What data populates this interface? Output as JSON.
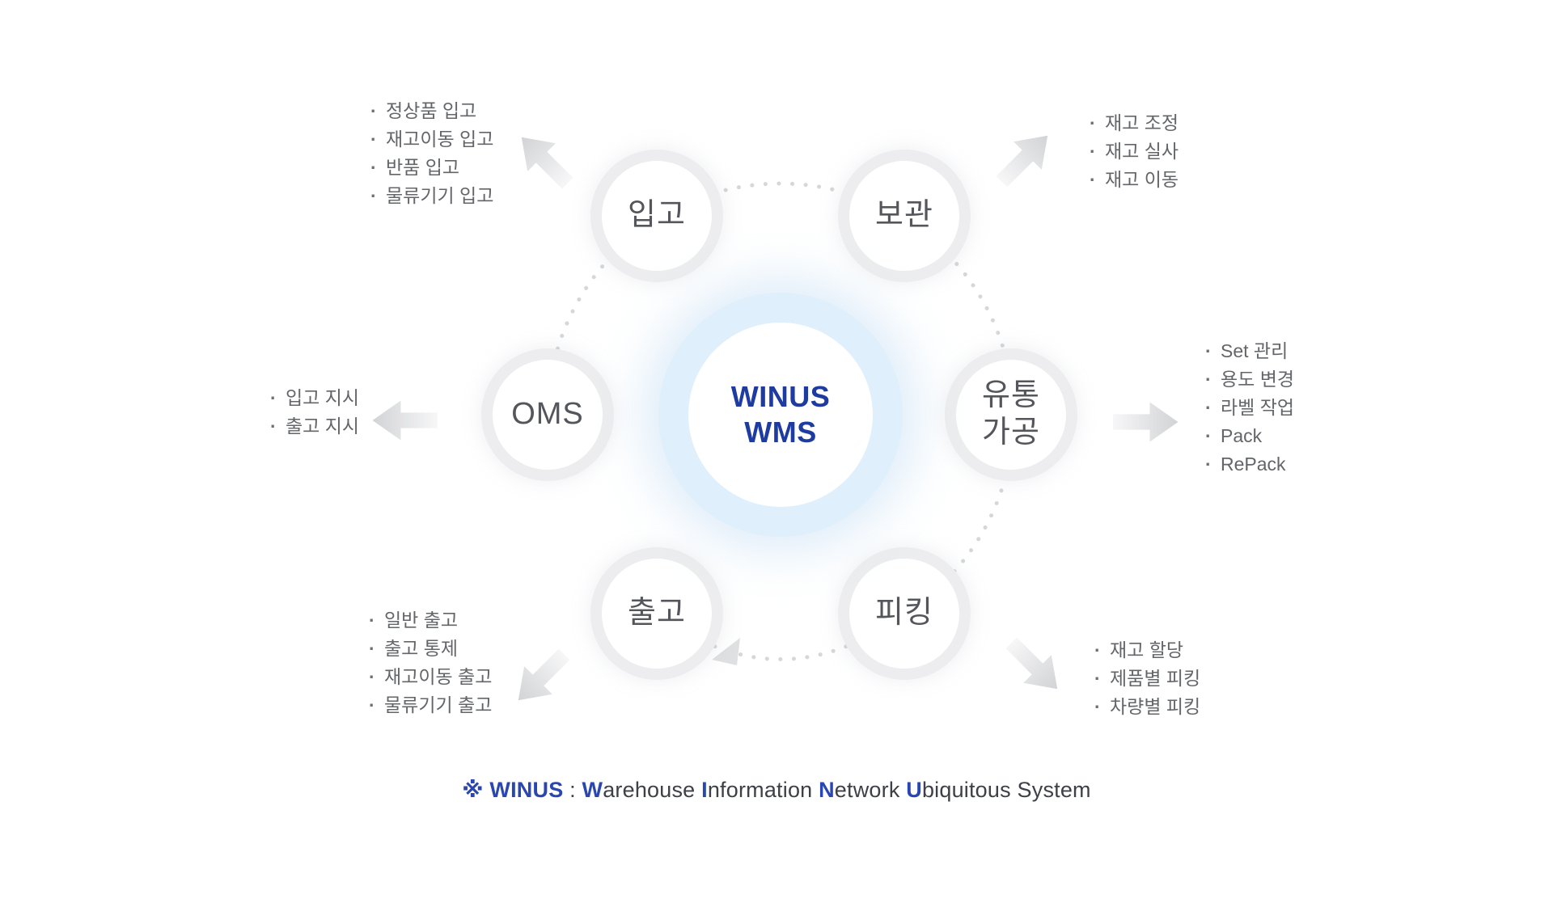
{
  "title": {
    "line1": "WINUS",
    "line2": "WMS"
  },
  "nodes": [
    {
      "id": "inbound",
      "label": "입고",
      "items": [
        "정상품 입고",
        "재고이동 입고",
        "반품 입고",
        "물류기기 입고"
      ]
    },
    {
      "id": "storage",
      "label": "보관",
      "items": [
        "재고 조정",
        "재고 실사",
        "재고 이동"
      ]
    },
    {
      "id": "oms",
      "label": "OMS",
      "items": [
        "입고 지시",
        "출고 지시"
      ]
    },
    {
      "id": "distribution",
      "label": "유통 가공",
      "items": [
        "Set 관리",
        "용도 변경",
        "라벨 작업",
        "Pack",
        "RePack"
      ]
    },
    {
      "id": "outbound",
      "label": "출고",
      "items": [
        "일반 출고",
        "출고 통제",
        "재고이동 출고",
        "물류기기 출고"
      ]
    },
    {
      "id": "picking",
      "label": "피킹",
      "items": [
        "재고 할당",
        "제품별 피킹",
        "차량별 피킹"
      ]
    }
  ],
  "caption": {
    "mark": "※",
    "acronym": "WINUS",
    "separator": " : ",
    "expansion": [
      {
        "head": "W",
        "tail": "arehouse"
      },
      {
        "head": "I",
        "tail": "nformation"
      },
      {
        "head": "N",
        "tail": "etwork"
      },
      {
        "head": "U",
        "tail": "biquitous"
      },
      {
        "head": "",
        "tail": "System"
      }
    ]
  },
  "colors": {
    "accent_blue": "#2a46b0",
    "center_text_blue": "#1d3ba0",
    "pale_blue_ring": "#dfeffb",
    "node_ring_gray": "#ededef",
    "list_text_gray": "#636569",
    "dot_gray": "#d6d7d9"
  }
}
